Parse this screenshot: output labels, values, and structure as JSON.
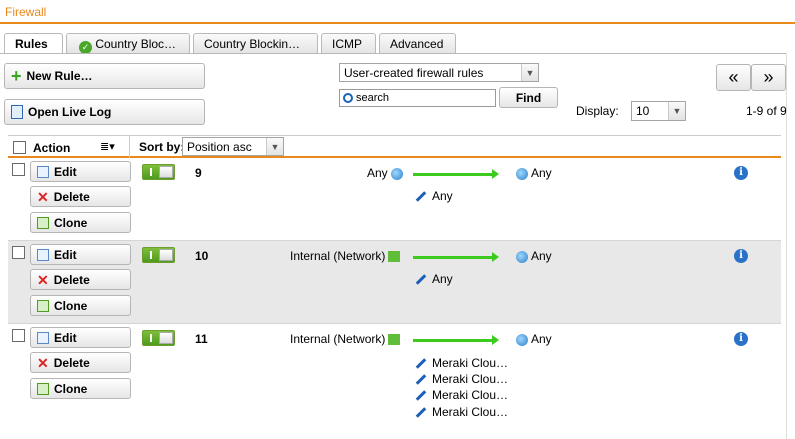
{
  "window": {
    "title": "Firewall"
  },
  "tabs": [
    {
      "label": "Rules"
    },
    {
      "label": "Country Bloc…"
    },
    {
      "label": "Country Blockin…"
    },
    {
      "label": "ICMP"
    },
    {
      "label": "Advanced"
    }
  ],
  "toolbar": {
    "new_rule": "New Rule…",
    "open_live_log": "Open Live Log",
    "filter_value": "User-created firewall rules",
    "search_placeholder": "search",
    "find": "Find",
    "display_label": "Display:",
    "display_value": "10",
    "range": "1-9 of 9",
    "prev": "«",
    "next": "»"
  },
  "table": {
    "action_header": "Action",
    "sort_label": "Sort by:",
    "sort_value": "Position asc",
    "row_buttons": {
      "edit": "Edit",
      "delete": "Delete",
      "clone": "Clone"
    },
    "rows": [
      {
        "position": "9",
        "source": "Any",
        "destinations": [
          "Any"
        ],
        "services": [
          "Any"
        ]
      },
      {
        "position": "10",
        "source": "Internal (Network)",
        "destinations": [
          "Any"
        ],
        "services": [
          "Any"
        ]
      },
      {
        "position": "11",
        "source": "Internal (Network)",
        "destinations": [
          "Any"
        ],
        "services": [
          "Meraki Clou…",
          "Meraki Clou…",
          "Meraki Clou…",
          "Meraki Clou…"
        ]
      }
    ]
  },
  "colors": {
    "accent": "#e8891c",
    "enabled": "#5aa824",
    "arrow": "#3acb1d",
    "info": "#2a72c8",
    "alt_row": "#e8e8e8"
  }
}
